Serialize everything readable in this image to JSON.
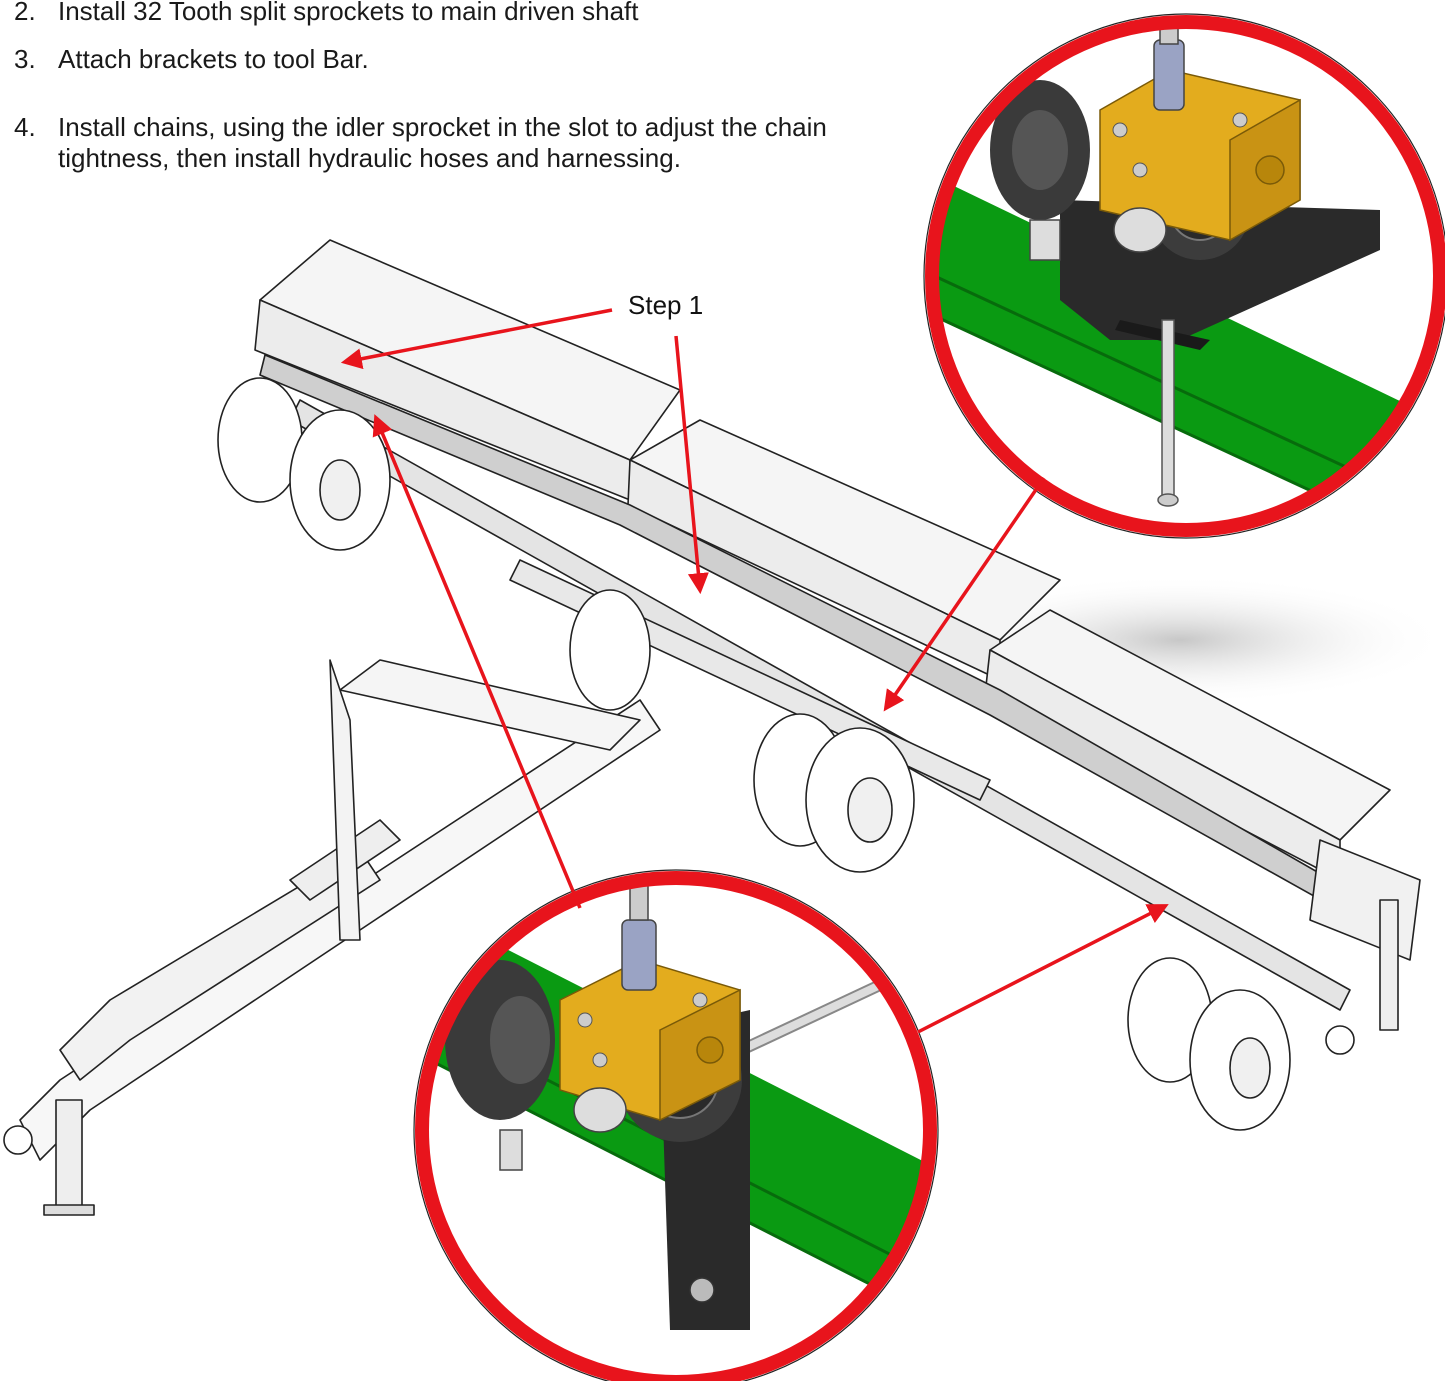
{
  "instructions": [
    {
      "number": "2.",
      "text": "Install 32 Tooth split sprockets to main driven shaft"
    },
    {
      "number": "3.",
      "text": "Attach brackets to tool Bar."
    },
    {
      "number": "4.",
      "text": "Install chains, using the idler sprocket in the slot to adjust the chain tightness, then install hydraulic hoses and harnessing."
    }
  ],
  "callout": {
    "label": "Step 1"
  },
  "colors": {
    "callout_arrow": "#e8141c",
    "detail_ring": "#e8141c",
    "tool_bar": "#0a9a12",
    "manifold_block": "#e3ac1e",
    "bracket": "#2a2a2a",
    "motor": "#3c3c3c"
  }
}
